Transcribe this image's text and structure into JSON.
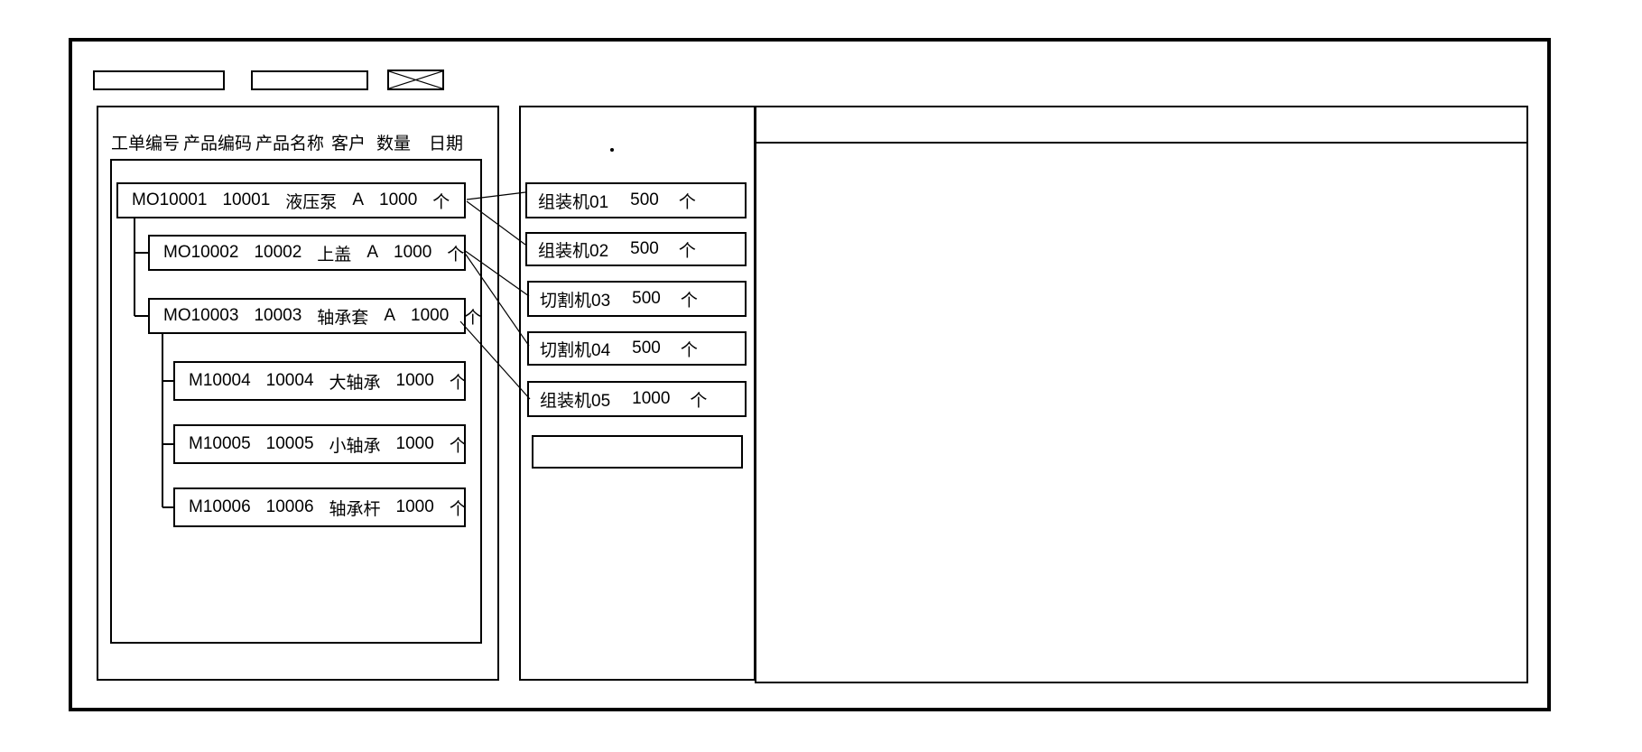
{
  "colors": {
    "line": "#000000",
    "background": "#ffffff"
  },
  "toolbar": {
    "field1_value": "",
    "field2_value": "",
    "x_button": "placeholder-x"
  },
  "work_order_panel": {
    "headers": [
      "工单编号",
      "产品编码",
      "产品名称",
      "客户",
      "数量",
      "日期"
    ],
    "orders": [
      {
        "order_no": "MO10001",
        "product_code": "10001",
        "product_name": "液压泵",
        "customer": "A",
        "qty": "1000",
        "unit": "个",
        "level": 0
      },
      {
        "order_no": "MO10002",
        "product_code": "10002",
        "product_name": "上盖",
        "customer": "A",
        "qty": "1000",
        "unit": "个",
        "level": 1
      },
      {
        "order_no": "MO10003",
        "product_code": "10003",
        "product_name": "轴承套",
        "customer": "A",
        "qty": "1000",
        "unit": "个",
        "level": 1
      },
      {
        "order_no": "M10004",
        "product_code": "10004",
        "product_name": "大轴承",
        "customer": "",
        "qty": "1000",
        "unit": "个",
        "level": 2
      },
      {
        "order_no": "M10005",
        "product_code": "10005",
        "product_name": "小轴承",
        "customer": "",
        "qty": "1000",
        "unit": "个",
        "level": 2
      },
      {
        "order_no": "M10006",
        "product_code": "10006",
        "product_name": "轴承杆",
        "customer": "",
        "qty": "1000",
        "unit": "个",
        "level": 2
      }
    ]
  },
  "machine_panel": {
    "machines": [
      {
        "name": "组装机01",
        "qty": "500",
        "unit": "个"
      },
      {
        "name": "组装机02",
        "qty": "500",
        "unit": "个"
      },
      {
        "name": "切割机03",
        "qty": "500",
        "unit": "个"
      },
      {
        "name": "切割机04",
        "qty": "500",
        "unit": "个"
      },
      {
        "name": "组装机05",
        "qty": "1000",
        "unit": "个"
      },
      {
        "name": "",
        "qty": "",
        "unit": ""
      }
    ]
  },
  "connections": [
    {
      "from": "MO10001",
      "to": "组装机01"
    },
    {
      "from": "MO10001",
      "to": "组装机02"
    },
    {
      "from": "MO10002",
      "to": "切割机03"
    },
    {
      "from": "MO10002",
      "to": "切割机04"
    },
    {
      "from": "MO10003",
      "to": "组装机05"
    }
  ],
  "detail_panel": {
    "header_text": ""
  }
}
